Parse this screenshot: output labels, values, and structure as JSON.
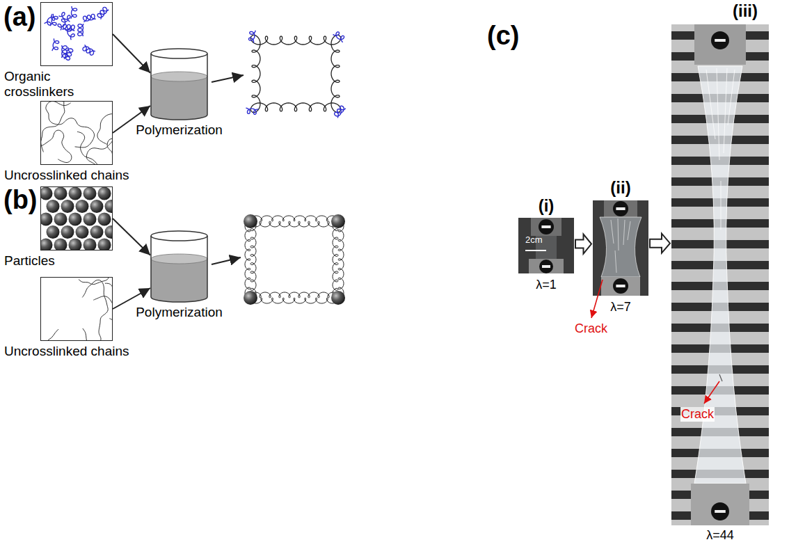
{
  "diagram": {
    "nodes": [
      {
        "text": [
          "Organic crosslinkers"
        ]
      },
      {
        "text": [
          "Uncrosslinked chains"
        ]
      },
      {
        "text": [
          "Polymerization"
        ]
      },
      {
        "text": [
          "Particles"
        ]
      },
      {
        "text": [
          "Uncrosslinked chains"
        ]
      },
      {
        "text": [
          "Polymerization"
        ]
      },
      {
        "text": [
          "(i)",
          "2cm",
          "λ=1"
        ]
      },
      {
        "text": [
          "(ii)",
          "λ=7"
        ]
      },
      {
        "text": [
          "(iii)",
          "λ=44"
        ]
      }
    ],
    "edges": [
      {
        "from": 0,
        "to": 2,
        "arrow": "to"
      },
      {
        "from": 1,
        "to": 2,
        "arrow": "to"
      },
      {
        "from": 3,
        "to": 5,
        "arrow": "to"
      },
      {
        "from": 4,
        "to": 5,
        "arrow": "to"
      },
      {
        "from": 6,
        "to": 7,
        "arrow": "to"
      },
      {
        "from": 7,
        "to": 8,
        "arrow": "to"
      }
    ],
    "labels": [
      "(a)",
      "(b)",
      "(c)",
      "Crack",
      "Crack"
    ]
  }
}
